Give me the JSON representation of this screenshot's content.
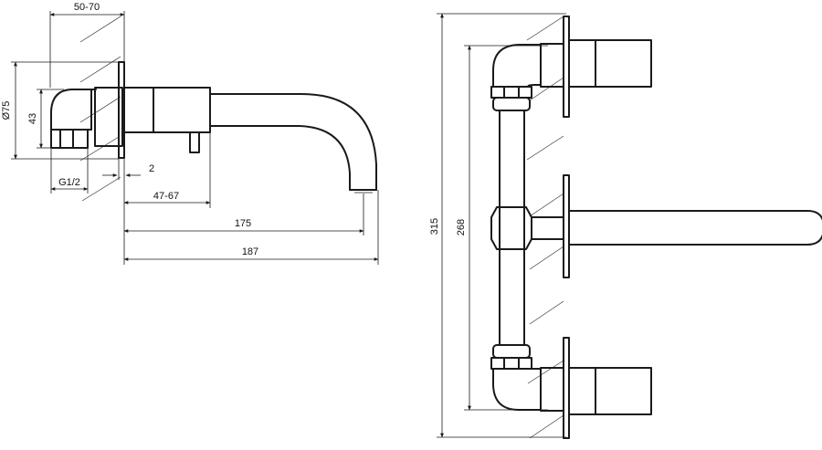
{
  "dimensions": {
    "wall_depth": "50-70",
    "flange_diameter": "Ø75",
    "body_height": "43",
    "thread": "G1/2",
    "gap": "2",
    "spout_offset": "47-67",
    "spout_reach": "175",
    "overall_reach": "187",
    "overall_height": "315",
    "handle_spacing": "268"
  }
}
